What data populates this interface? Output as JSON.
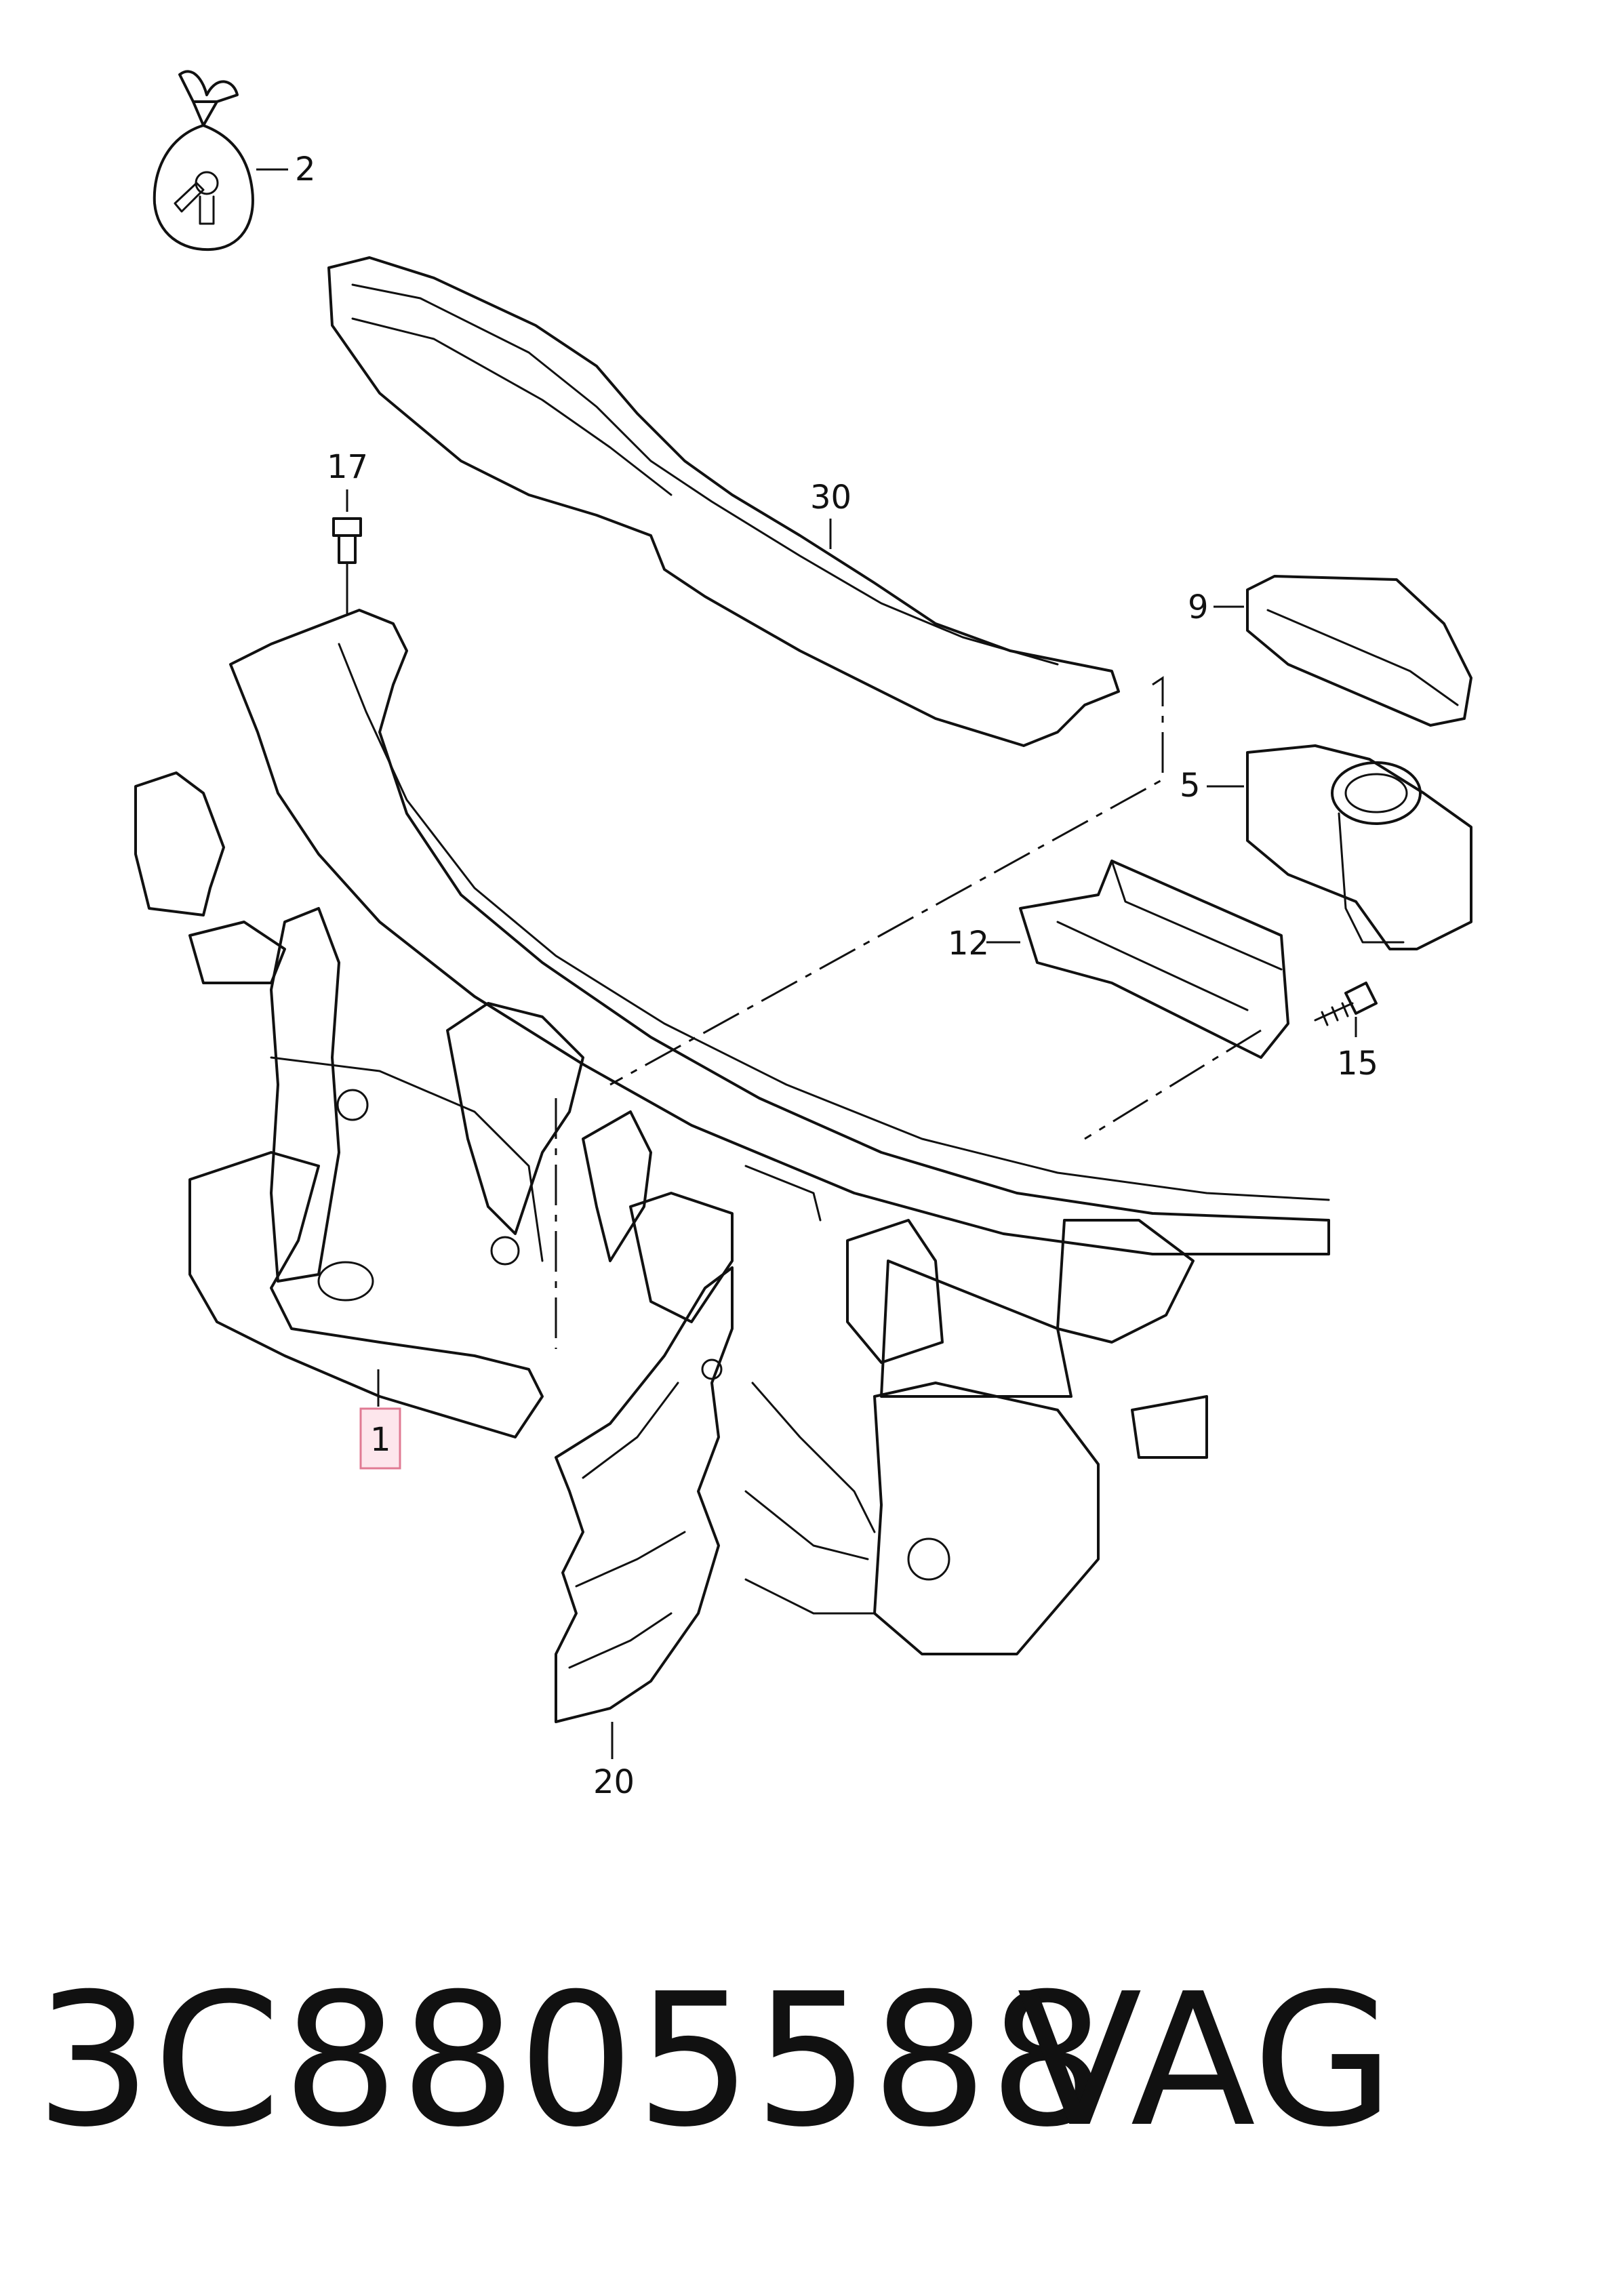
{
  "diagram": {
    "callouts": [
      {
        "id": "2",
        "label": "2"
      },
      {
        "id": "17",
        "label": "17"
      },
      {
        "id": "30",
        "label": "30"
      },
      {
        "id": "9",
        "label": "9"
      },
      {
        "id": "5",
        "label": "5"
      },
      {
        "id": "12",
        "label": "12"
      },
      {
        "id": "15",
        "label": "15"
      },
      {
        "id": "1",
        "label": "1",
        "highlighted": true,
        "highlight_color": "#fde6ec",
        "highlight_border": "#e07a93"
      },
      {
        "id": "20",
        "label": "20"
      }
    ]
  },
  "footer": {
    "part_number": "3C8805588",
    "brand": "VAG"
  }
}
